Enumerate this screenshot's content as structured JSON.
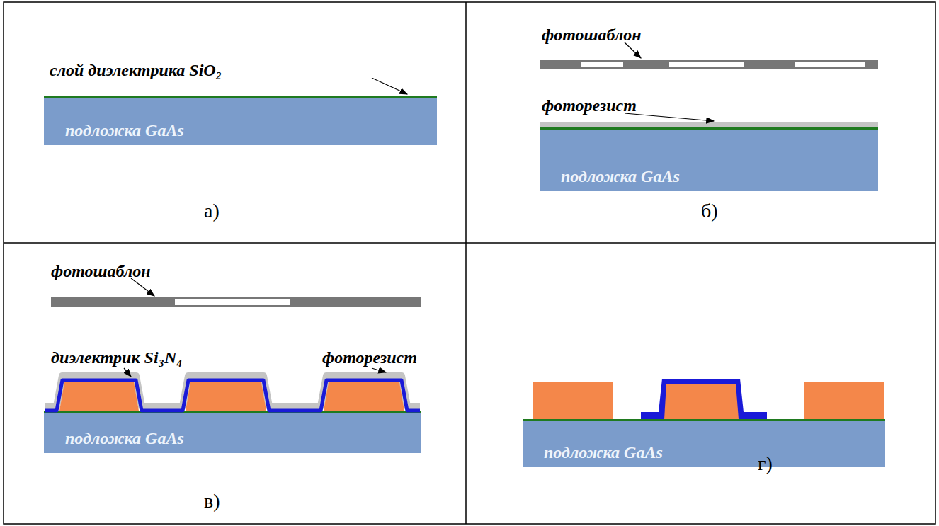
{
  "diagram": {
    "nodes": [
      {
        "text": [
          "подложка GaAs"
        ]
      },
      {
        "text": [
          "подложка GaAs"
        ]
      },
      {
        "text": [
          "подложка GaAs"
        ]
      },
      {
        "text": [
          "подложка GaAs"
        ]
      }
    ],
    "labels": [
      "слой диэлектрика SiO₂",
      "а)",
      "фотошаблон",
      "фоторезист",
      "б)",
      "фотошаблон",
      "диэлектрик Si₃N₄",
      "фоторезист",
      "в)",
      "г)"
    ]
  }
}
